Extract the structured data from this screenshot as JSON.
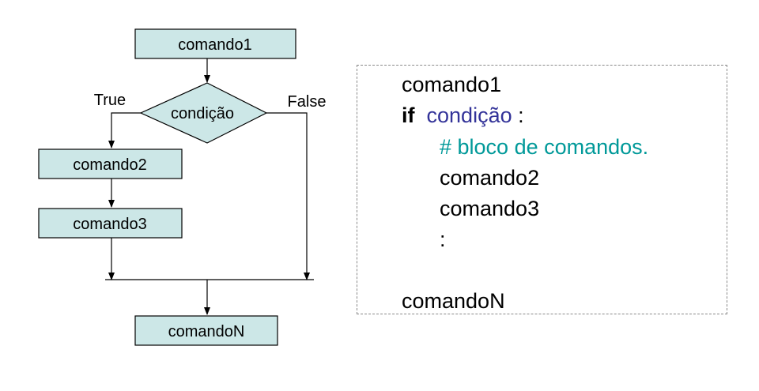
{
  "colors": {
    "box_fill": "#cce7e7",
    "box_stroke": "#000000",
    "condition_color": "#333399",
    "comment_color": "#009999"
  },
  "flowchart": {
    "start": "comando1",
    "decision": "condição",
    "true_label": "True",
    "false_label": "False",
    "step2": "comando2",
    "step3": "comando3",
    "end": "comandoN"
  },
  "code": {
    "line1": "comando1",
    "if_keyword": "if",
    "condition": "condição",
    "colon": ":",
    "comment": "# bloco de comandos.",
    "cmd2": "comando2",
    "cmd3": "comando3",
    "ellipsis": ":",
    "last": "comandoN"
  }
}
